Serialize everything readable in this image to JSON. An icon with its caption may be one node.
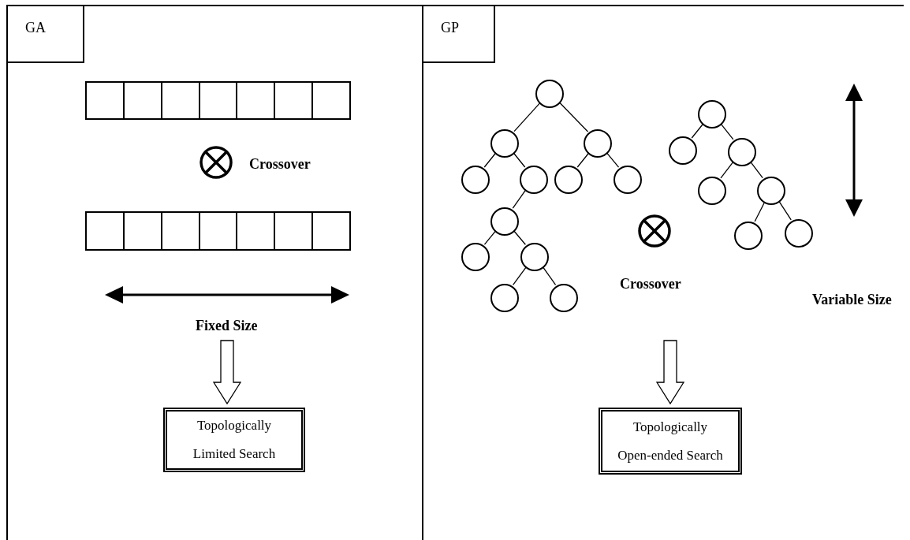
{
  "diagram": {
    "nodes": [
      {
        "text": [],
        "shape": "box"
      },
      {
        "text": [
          "GA"
        ],
        "in": 0
      },
      {
        "text": [],
        "shape": "bar",
        "in": 0
      },
      {
        "text": [],
        "shape": "bar",
        "in": 0
      },
      {
        "text": [
          "Topologically Limited Search"
        ],
        "in": 0
      },
      {
        "text": [],
        "shape": "box"
      },
      {
        "text": [
          "GP"
        ],
        "in": 5
      },
      {
        "text": [],
        "shape": "circle",
        "in": 5
      },
      {
        "text": [],
        "shape": "circle",
        "in": 5
      },
      {
        "text": [],
        "shape": "circle",
        "in": 5
      },
      {
        "text": [],
        "shape": "circle",
        "in": 5
      },
      {
        "text": [],
        "shape": "circle",
        "in": 5
      },
      {
        "text": [],
        "shape": "circle",
        "in": 5
      },
      {
        "text": [],
        "shape": "circle",
        "in": 5
      },
      {
        "text": [],
        "shape": "circle",
        "in": 5
      },
      {
        "text": [],
        "shape": "circle",
        "in": 5
      },
      {
        "text": [],
        "shape": "circle",
        "in": 5
      },
      {
        "text": [],
        "shape": "circle",
        "in": 5
      },
      {
        "text": [],
        "shape": "circle",
        "in": 5
      },
      {
        "text": [],
        "shape": "circle",
        "in": 5
      },
      {
        "text": [],
        "shape": "circle",
        "in": 5
      },
      {
        "text": [],
        "shape": "circle",
        "in": 5
      },
      {
        "text": [],
        "shape": "circle",
        "in": 5
      },
      {
        "text": [],
        "shape": "circle",
        "in": 5
      },
      {
        "text": [],
        "shape": "circle",
        "in": 5
      },
      {
        "text": [],
        "shape": "circle",
        "in": 5
      },
      {
        "text": [
          "Topologically Open-ended Search"
        ],
        "in": 5
      }
    ],
    "edges": [
      {
        "from": null,
        "to": 4,
        "arrow": "to",
        "style": "thick"
      },
      {
        "from": 7,
        "to": 8,
        "arrow": "none"
      },
      {
        "from": 7,
        "to": 9,
        "arrow": "none"
      },
      {
        "from": 8,
        "to": 10,
        "arrow": "none"
      },
      {
        "from": 8,
        "to": 11,
        "arrow": "none"
      },
      {
        "from": 9,
        "to": 12,
        "arrow": "none"
      },
      {
        "from": 9,
        "to": 13,
        "arrow": "none"
      },
      {
        "from": 11,
        "to": 14,
        "arrow": "none"
      },
      {
        "from": 14,
        "to": 15,
        "arrow": "none"
      },
      {
        "from": 14,
        "to": 16,
        "arrow": "none"
      },
      {
        "from": 16,
        "to": 17,
        "arrow": "none"
      },
      {
        "from": 16,
        "to": 18,
        "arrow": "none"
      },
      {
        "from": 19,
        "to": 20,
        "arrow": "none"
      },
      {
        "from": 19,
        "to": 21,
        "arrow": "none"
      },
      {
        "from": 21,
        "to": 22,
        "arrow": "none"
      },
      {
        "from": 21,
        "to": 23,
        "arrow": "none"
      },
      {
        "from": 23,
        "to": 24,
        "arrow": "none"
      },
      {
        "from": 23,
        "to": 25,
        "arrow": "none"
      },
      {
        "from": null,
        "to": 26,
        "arrow": "to",
        "style": "thick"
      }
    ],
    "labels": [
      "Crossover",
      "Fixed Size",
      "Crossover",
      "Variable Size"
    ]
  }
}
